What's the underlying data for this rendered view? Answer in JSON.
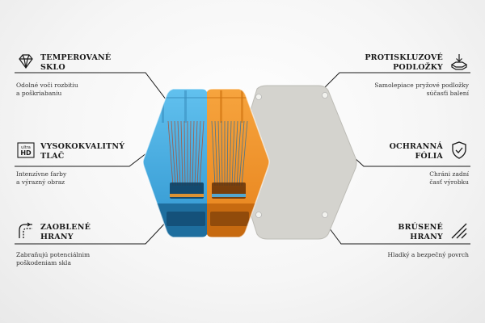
{
  "features": {
    "tempered": {
      "title_1": "TEMPEROVANÉ",
      "title_2": "SKLO",
      "desc_1": "Odolné voči rozbitiu",
      "desc_2": "a poškriabaniu",
      "icon": "diamond-icon"
    },
    "quality": {
      "title_1": "VYSOKOKVALITNÝ",
      "title_2": "TLAČ",
      "desc_1": "Intenzívne farby",
      "desc_2": "a výrazný obraz",
      "icon": "ultra-hd-icon",
      "badge_1": "ultra",
      "badge_2": "HD"
    },
    "rounded": {
      "title_1": "ZAOBLENÉ",
      "title_2": "HRANY",
      "desc_1": "Zabraňujú potenciálnim",
      "desc_2": "poškodeniam skla",
      "icon": "rounded-corner-icon"
    },
    "antislip": {
      "title_1": "PROTISKLUZOVÉ",
      "title_2": "PODLOŽKY",
      "desc_1": "Samolepiace pryžové podložky",
      "desc_2": "súčasťi balení",
      "icon": "antislip-pad-icon"
    },
    "film": {
      "title_1": "OCHRANNÁ",
      "title_2": "FÓLIA",
      "desc_1": "Chráni zadní",
      "desc_2": "časť výrobku",
      "icon": "shield-check-icon"
    },
    "ground": {
      "title_1": "BRÚSENÉ",
      "title_2": "HRANY",
      "desc_1": "Hladký a bezpečný povrch",
      "icon": "ground-edge-icon"
    }
  },
  "colors": {
    "blue": "#4fb3e6",
    "orange": "#f39a2c",
    "backing": "#d6d5d0",
    "line": "#1a1a1a"
  }
}
